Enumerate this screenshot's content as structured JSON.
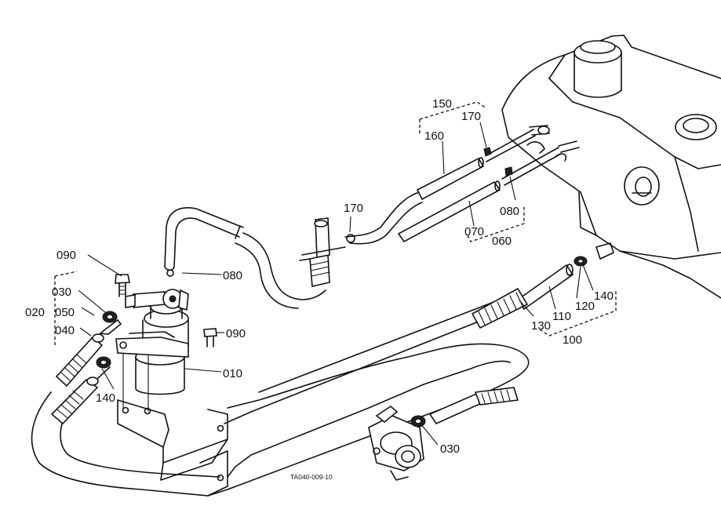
{
  "diagram": {
    "drawing_code": "TA040-009-10",
    "labels": {
      "p010": "010",
      "p020": "020",
      "p030a": "030",
      "p030b": "030",
      "p040": "040",
      "p050": "050",
      "p060": "060",
      "p070": "070",
      "p080a": "080",
      "p080b": "080",
      "p090a": "090",
      "p090b": "090",
      "p100": "100",
      "p110": "110",
      "p120": "120",
      "p130": "130",
      "p140a": "140",
      "p140b": "140",
      "p150": "150",
      "p160": "160",
      "p170a": "170",
      "p170b": "170"
    }
  }
}
